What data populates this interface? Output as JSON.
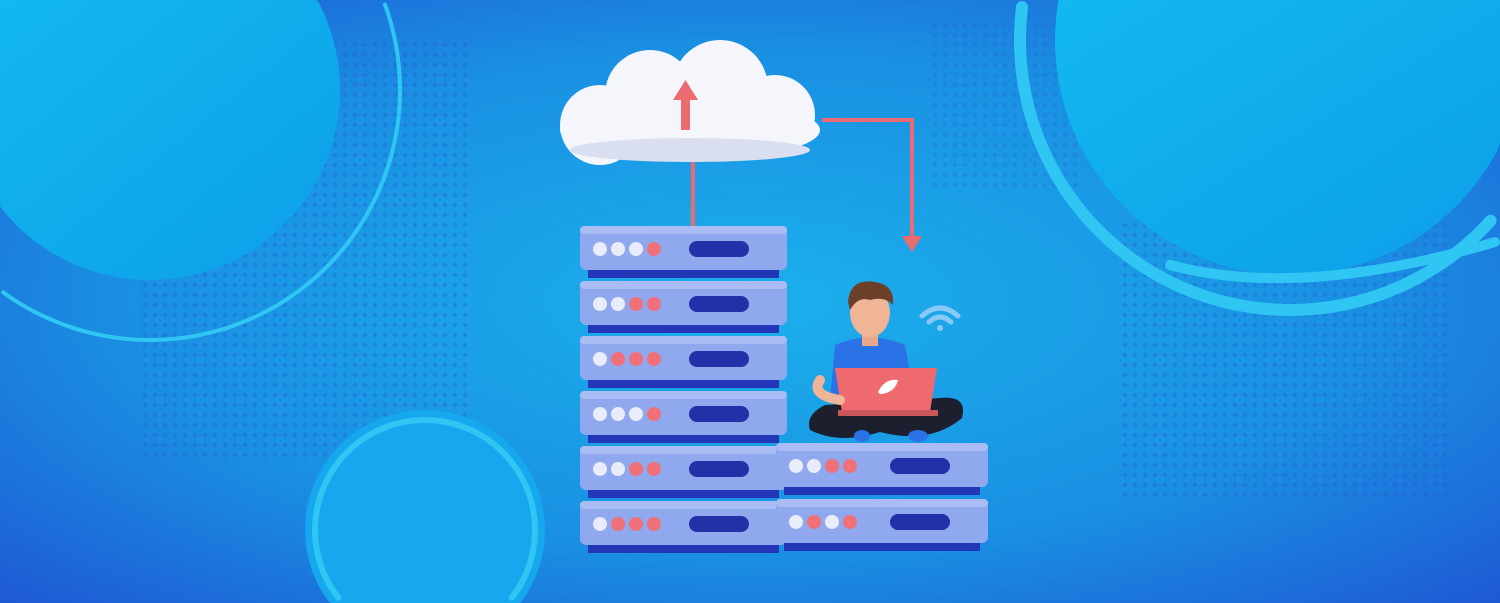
{
  "colors": {
    "background_center": "#19a9e8",
    "background_edge": "#1e5fd6",
    "circle_light": "#10b4ef",
    "ring": "#2fc6f3",
    "server_face": "#8fa8ee",
    "server_top": "#a9bdf4",
    "server_shadow": "#2336b8",
    "slot": "#2330a8",
    "led_on": "#f0707a",
    "led_off": "#e8ecfb",
    "arrow": "#ec6b70",
    "cloud": "#f4f6fb",
    "shirt": "#2a72e6",
    "laptop": "#ee6a6e",
    "pants": "#1b1f2e",
    "wifi": "#8ac8f5"
  },
  "servers": {
    "left_stack_leds": [
      [
        "off",
        "off",
        "off",
        "on"
      ],
      [
        "off",
        "off",
        "on",
        "on"
      ],
      [
        "off",
        "on",
        "on",
        "on"
      ],
      [
        "off",
        "off",
        "off",
        "on"
      ],
      [
        "off",
        "off",
        "on",
        "on"
      ],
      [
        "off",
        "on",
        "on",
        "on"
      ]
    ],
    "right_stack_leds": [
      [
        "off",
        "off",
        "on",
        "on"
      ],
      [
        "off",
        "on",
        "off",
        "on"
      ]
    ]
  },
  "icons": [
    "cloud-upload-icon",
    "wifi-icon",
    "leaf-logo-icon",
    "arrow-down-icon"
  ]
}
